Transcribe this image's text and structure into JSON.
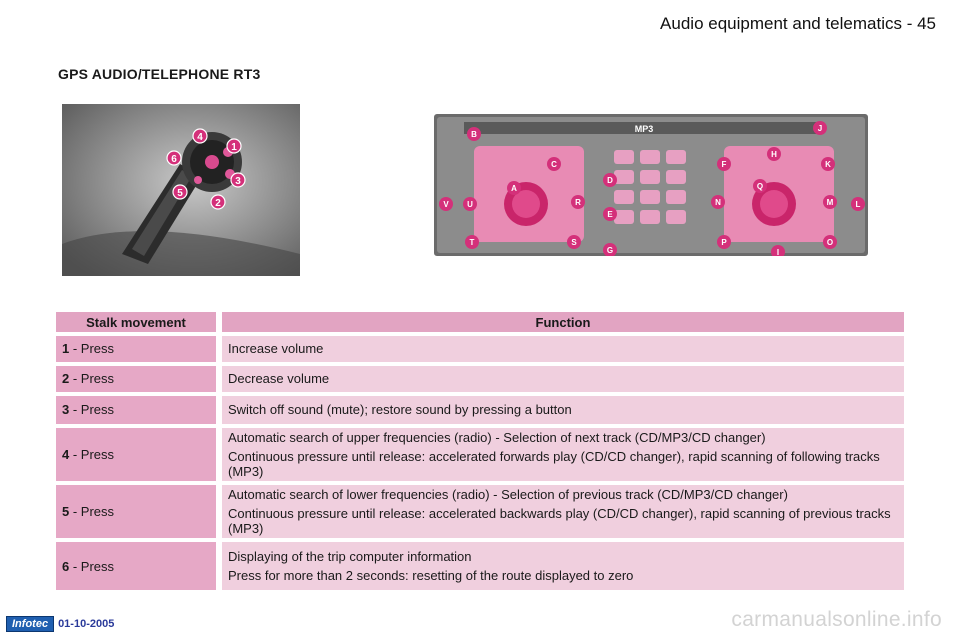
{
  "header": {
    "title": "Audio equipment and telematics - 45"
  },
  "section_title": "GPS AUDIO/TELEPHONE RT3",
  "stalk_figure": {
    "labels": [
      "1",
      "2",
      "3",
      "4",
      "5",
      "6"
    ]
  },
  "radio_figure": {
    "display_text": "MP3",
    "labels": [
      "A",
      "B",
      "C",
      "D",
      "E",
      "F",
      "G",
      "H",
      "I",
      "J",
      "K",
      "L",
      "M",
      "N",
      "O",
      "P",
      "Q",
      "R",
      "S",
      "T",
      "U",
      "V"
    ]
  },
  "table": {
    "headers": [
      "Stalk movement",
      "Function"
    ],
    "rows": [
      {
        "num": "1",
        "action": " - Press",
        "lines": [
          "Increase volume"
        ]
      },
      {
        "num": "2",
        "action": " - Press",
        "lines": [
          "Decrease volume"
        ]
      },
      {
        "num": "3",
        "action": " - Press",
        "lines": [
          "Switch off sound (mute); restore sound by pressing a button"
        ]
      },
      {
        "num": "4",
        "action": " - Press",
        "lines": [
          "Automatic search of upper frequencies (radio) - Selection of next track (CD/MP3/CD changer)",
          "Continuous pressure until release: accelerated forwards play (CD/CD changer), rapid scanning of following tracks (MP3)"
        ]
      },
      {
        "num": "5",
        "action": " - Press",
        "lines": [
          "Automatic search of lower frequencies (radio) - Selection of previous track (CD/MP3/CD changer)",
          "Continuous pressure until release: accelerated backwards play (CD/CD changer), rapid scanning of previous tracks (MP3)"
        ]
      },
      {
        "num": "6",
        "action": " - Press",
        "lines": [
          "Displaying of the trip computer information",
          "Press for more than 2 seconds: resetting of the route displayed to zero"
        ]
      }
    ]
  },
  "footer": {
    "logo": "Infotec",
    "date": "01-10-2005"
  },
  "watermark": "carmanualsonline.info",
  "colors": {
    "header_bg": "#e2a4c2",
    "row_left": "#e6a8c6",
    "row_right": "#f0cfde",
    "accent": "#d4307a"
  }
}
